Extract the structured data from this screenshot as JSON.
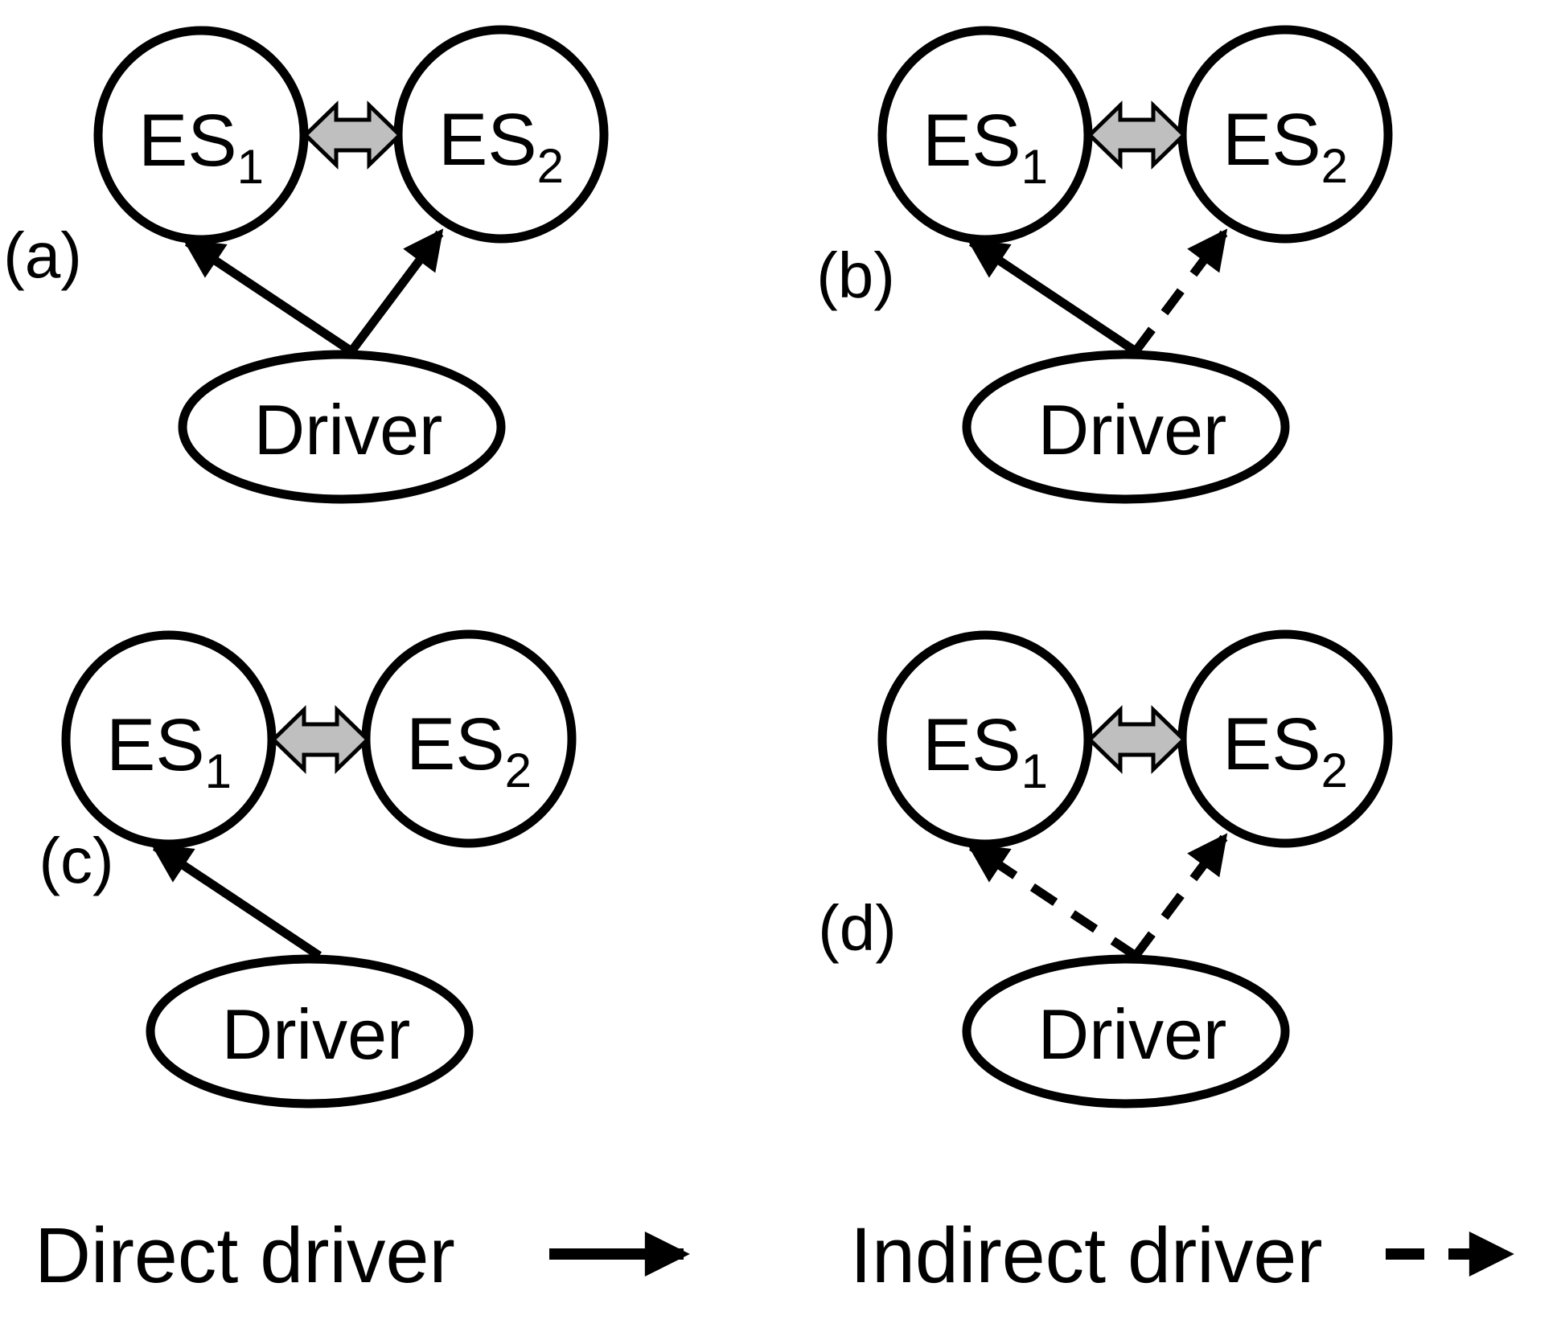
{
  "panels": [
    {
      "id": "a",
      "label": "(a)",
      "es1": {
        "base": "ES",
        "sub": "1"
      },
      "es2": {
        "base": "ES",
        "sub": "2"
      },
      "driver": "Driver",
      "arrow_to_es1": "solid",
      "arrow_to_es2": "solid"
    },
    {
      "id": "b",
      "label": "(b)",
      "es1": {
        "base": "ES",
        "sub": "1"
      },
      "es2": {
        "base": "ES",
        "sub": "2"
      },
      "driver": "Driver",
      "arrow_to_es1": "solid",
      "arrow_to_es2": "dashed"
    },
    {
      "id": "c",
      "label": "(c)",
      "es1": {
        "base": "ES",
        "sub": "1"
      },
      "es2": {
        "base": "ES",
        "sub": "2"
      },
      "driver": "Driver",
      "arrow_to_es1": "solid",
      "arrow_to_es2": "none"
    },
    {
      "id": "d",
      "label": "(d)",
      "es1": {
        "base": "ES",
        "sub": "1"
      },
      "es2": {
        "base": "ES",
        "sub": "2"
      },
      "driver": "Driver",
      "arrow_to_es1": "dashed",
      "arrow_to_es2": "dashed"
    }
  ],
  "legend": {
    "direct_label": "Direct driver",
    "direct_style": "solid",
    "indirect_label": "Indirect driver",
    "indirect_style": "dashed"
  },
  "colors": {
    "line": "#000000",
    "coupling_fill": "#bfbfbf",
    "background": "#ffffff"
  }
}
